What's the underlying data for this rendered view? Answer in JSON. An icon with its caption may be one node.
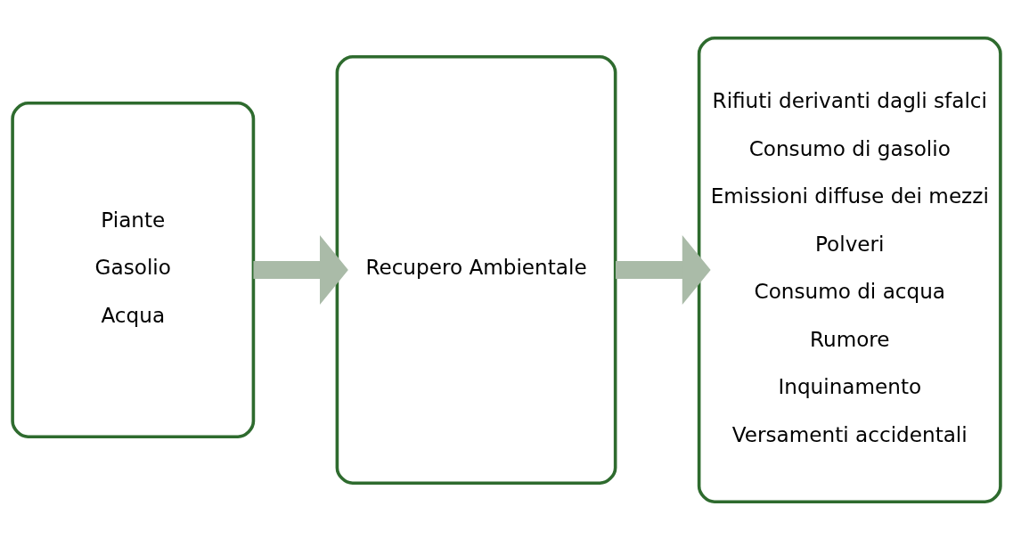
{
  "diagram": {
    "nodes": [
      {
        "text": [
          "Piante",
          "Gasolio",
          "Acqua"
        ]
      },
      {
        "text": [
          "Recupero Ambientale"
        ]
      },
      {
        "text": [
          "Rifiuti derivanti dagli sfalci",
          "Consumo di gasolio",
          "Emissioni diffuse dei mezzi",
          "Polveri",
          "Consumo di acqua",
          "Rumore",
          "Inquinamento",
          "Versamenti accidentali"
        ]
      }
    ],
    "edges": [
      {
        "from": 0,
        "to": 1,
        "arrow": "to"
      },
      {
        "from": 1,
        "to": 2,
        "arrow": "to"
      }
    ]
  }
}
